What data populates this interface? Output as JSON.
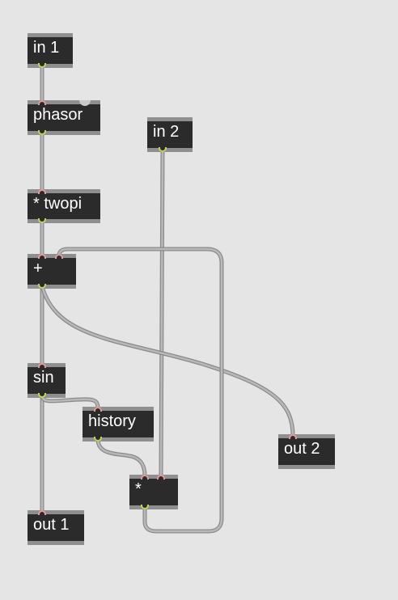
{
  "patcher": {
    "objects": {
      "in1": {
        "label": "in 1"
      },
      "phasor": {
        "label": "phasor"
      },
      "in2": {
        "label": "in 2"
      },
      "twopi": {
        "label": "* twopi"
      },
      "plus": {
        "label": "+"
      },
      "sin": {
        "label": "sin"
      },
      "history": {
        "label": "history"
      },
      "out2": {
        "label": "out 2"
      },
      "mult": {
        "label": "*"
      },
      "out1": {
        "label": "out 1"
      }
    }
  },
  "colors": {
    "background": "#e5e5e5",
    "object_fill": "#2b2b2b",
    "object_border": "#8f8f8f",
    "object_text": "#ffffff",
    "inlet": "#e89a9a",
    "outlet": "#c8d25a",
    "patch_cord": "#a8a8a8"
  }
}
